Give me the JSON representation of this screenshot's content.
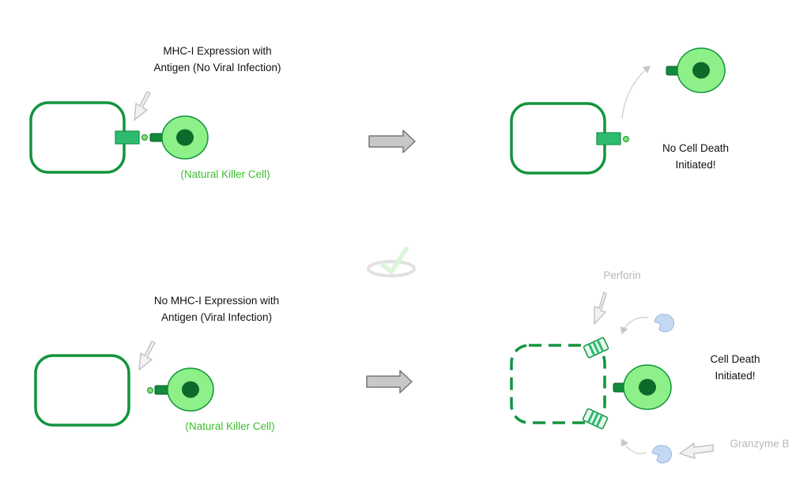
{
  "top": {
    "caption_line1": "MHC-I Expression with",
    "caption_line2": "Antigen (No Viral Infection)",
    "nk_label": "(Natural Killer Cell)",
    "result_line1": "No Cell Death",
    "result_line2": "Initiated!"
  },
  "bottom": {
    "caption_line1": "No MHC-I Expression with",
    "caption_line2": "Antigen (Viral Infection)",
    "nk_label": "(Natural Killer Cell)",
    "result_line1": "Cell Death",
    "result_line2": "Initiated!",
    "perforin_label": "Perforin",
    "granzyme_label": "Granzyme B"
  },
  "colors": {
    "cell_border": "#12943d",
    "nk_fill": "#8ef088",
    "nk_nucleus": "#0c6b2b",
    "receptor": "#2dbb70",
    "label_green": "#3cbf2c",
    "label_grey": "#b8b8b8",
    "process_arrow": "#c8c8c8",
    "granzyme": "#c4d8f2"
  }
}
